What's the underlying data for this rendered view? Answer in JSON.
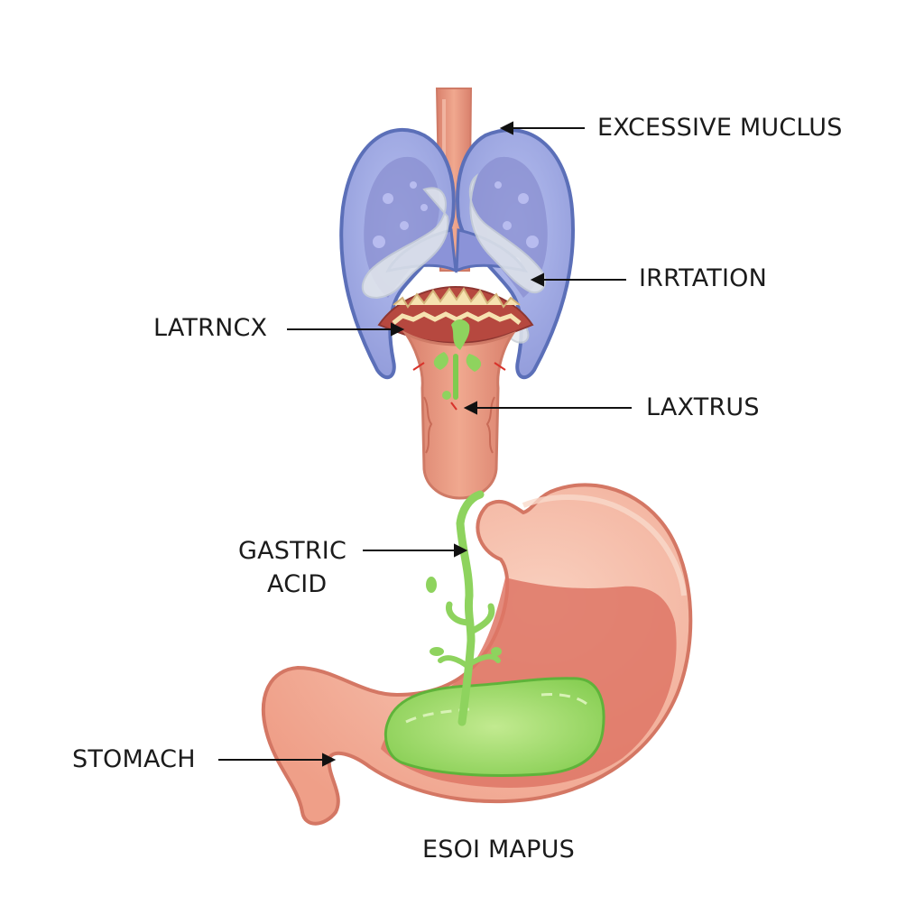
{
  "labels": {
    "excessive_mucus": "EXCESSIVE MUCLUS",
    "irritation": "IRRTATION",
    "larynx": "LATRNCX",
    "laxtrus": "LAXTRUS",
    "gastric_acid_line1": "GASTRIC",
    "gastric_acid_line2": "ACID",
    "stomach": "STOMACH",
    "esophagus": "ESOI MAPUS"
  },
  "colors": {
    "lung_outline": "#5b6fb8",
    "lung_fill": "#a9b3e6",
    "lung_inner": "#7f86c9",
    "tissue": "#e99682",
    "tissue_dark": "#c85f4d",
    "tissue_light": "#f6c4b1",
    "stomach_inner": "#d86b5c",
    "acid": "#a6dd6c",
    "acid_dark": "#63b93a",
    "mucus": "#e4e8ec"
  }
}
